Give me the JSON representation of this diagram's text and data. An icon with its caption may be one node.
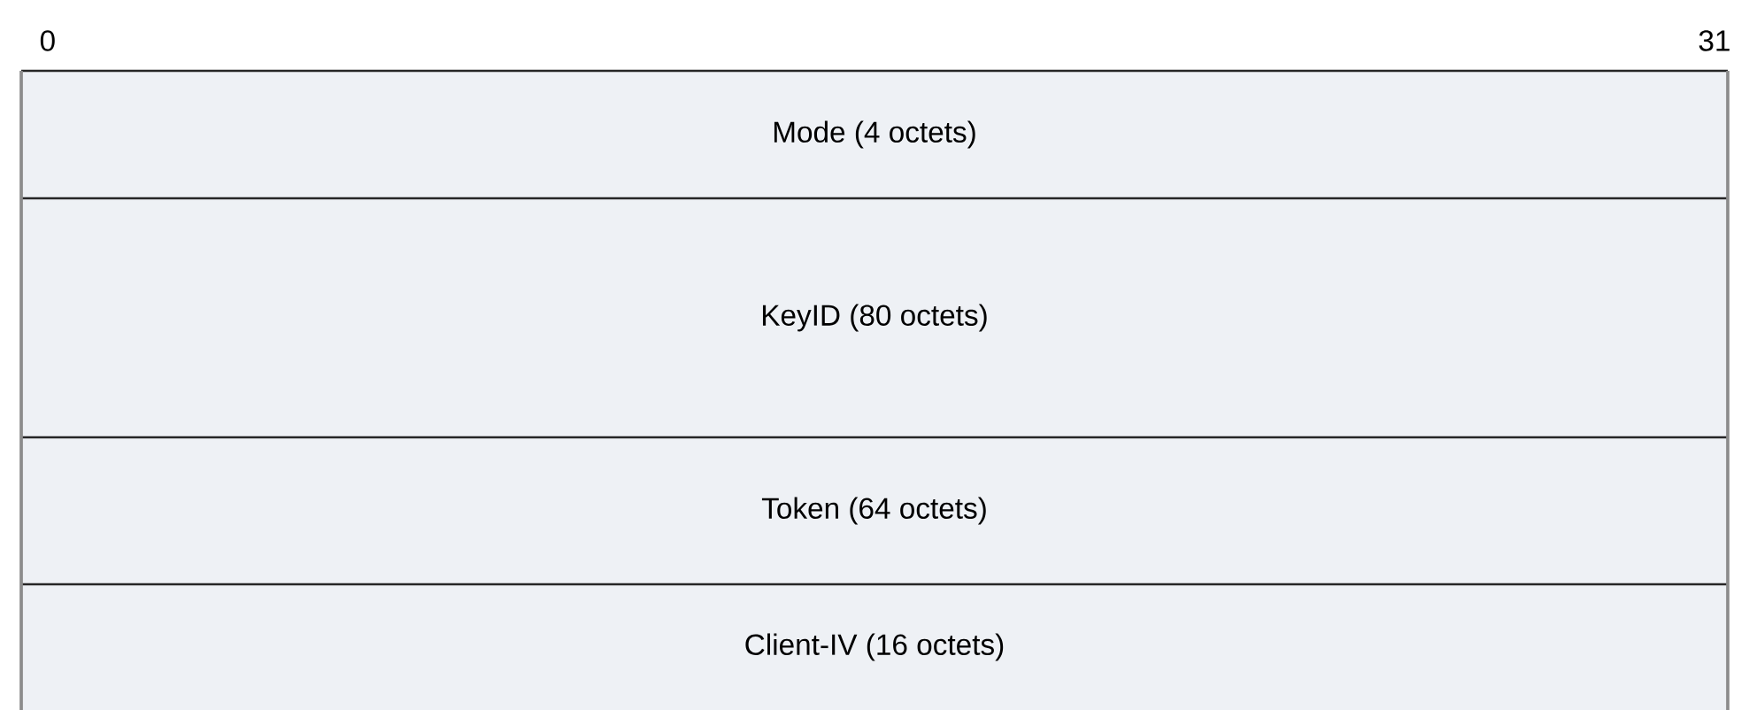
{
  "diagram": {
    "nodes": [
      {
        "text": [
          "Mode (4 octets)"
        ]
      },
      {
        "text": [
          "KeyID (80 octets)"
        ]
      },
      {
        "text": [
          "Token (64 octets)"
        ]
      },
      {
        "text": [
          "Client-IV (16 octets)"
        ]
      }
    ],
    "labels": [
      "0",
      "31"
    ]
  }
}
